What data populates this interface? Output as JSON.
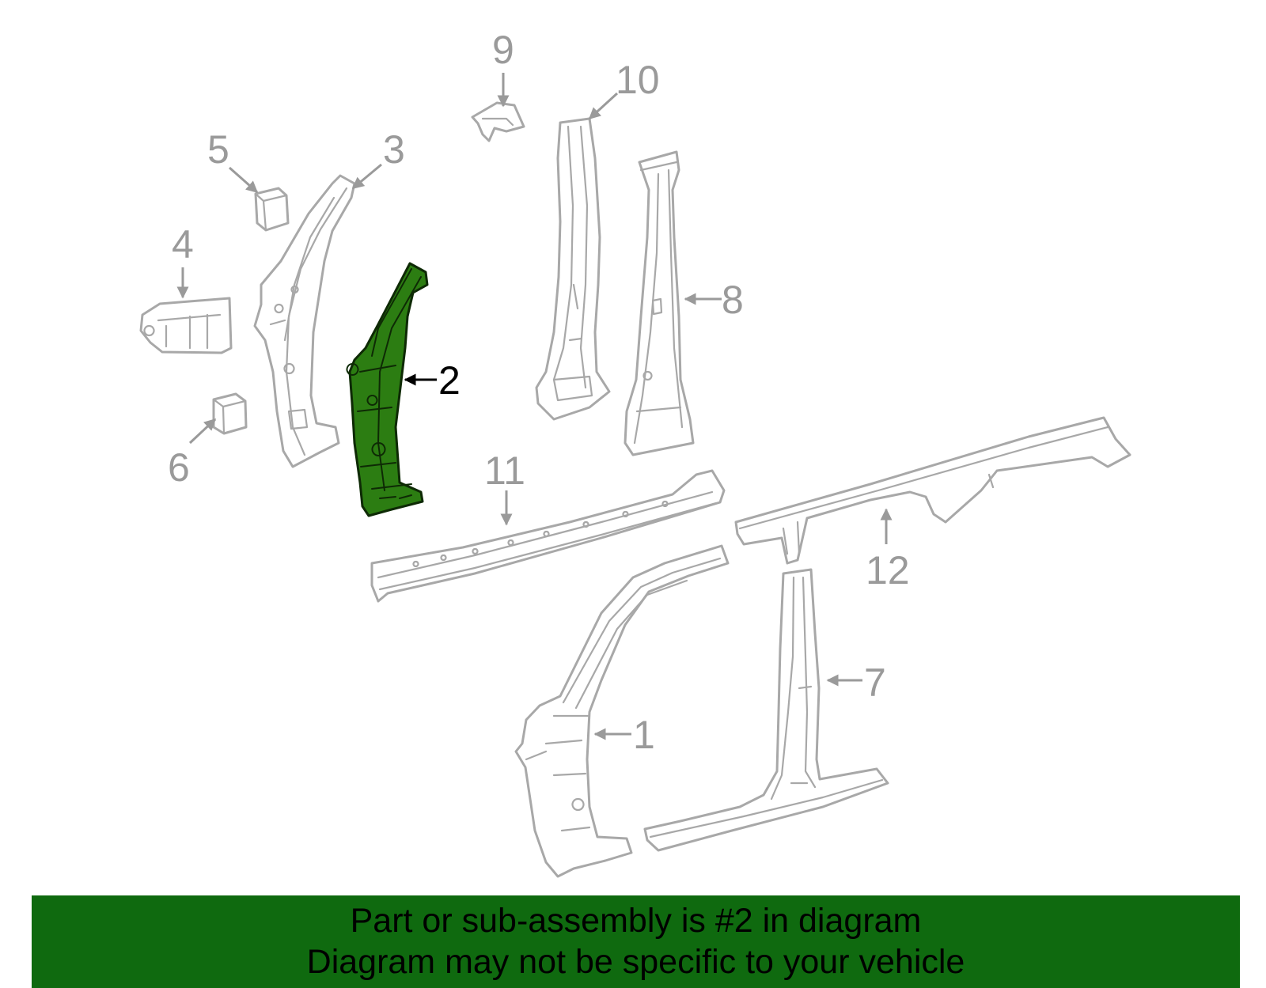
{
  "diagram": {
    "highlight_color": "#2c7d12",
    "callouts": {
      "c1": "1",
      "c2": "2",
      "c3": "3",
      "c4": "4",
      "c5": "5",
      "c6": "6",
      "c7": "7",
      "c8": "8",
      "c9": "9",
      "c10": "10",
      "c11": "11",
      "c12": "12"
    },
    "highlighted_part": "2"
  },
  "banner": {
    "background": "#0f6a0f",
    "line1": "Part or sub-assembly is #2 in diagram",
    "line2": "Diagram may not be specific to your vehicle"
  }
}
